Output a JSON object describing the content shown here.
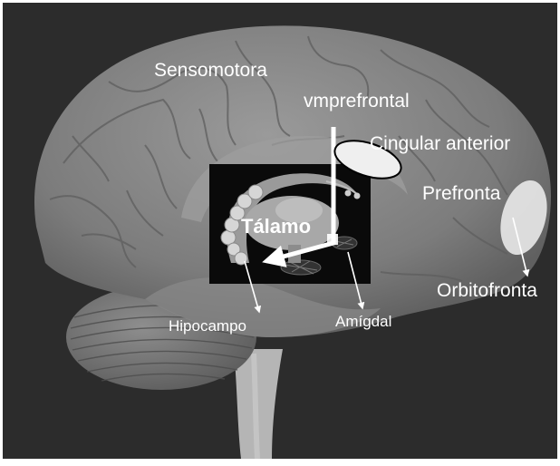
{
  "labels": {
    "sensomotora": "Sensomotora",
    "vmprefrontal": "vmprefrontal",
    "cingular_anterior": "Cingular anterior",
    "prefrontal": "Prefronta",
    "talamo": "Tálamo",
    "orbitofrontal": "Orbitofronta",
    "hipocampo": "Hipocampo",
    "amigdala": "Amígdal"
  },
  "colors": {
    "background": "#2c2c2c",
    "brain": "#828282",
    "highlight": "#efefef",
    "inset": "#0a0a0a"
  }
}
